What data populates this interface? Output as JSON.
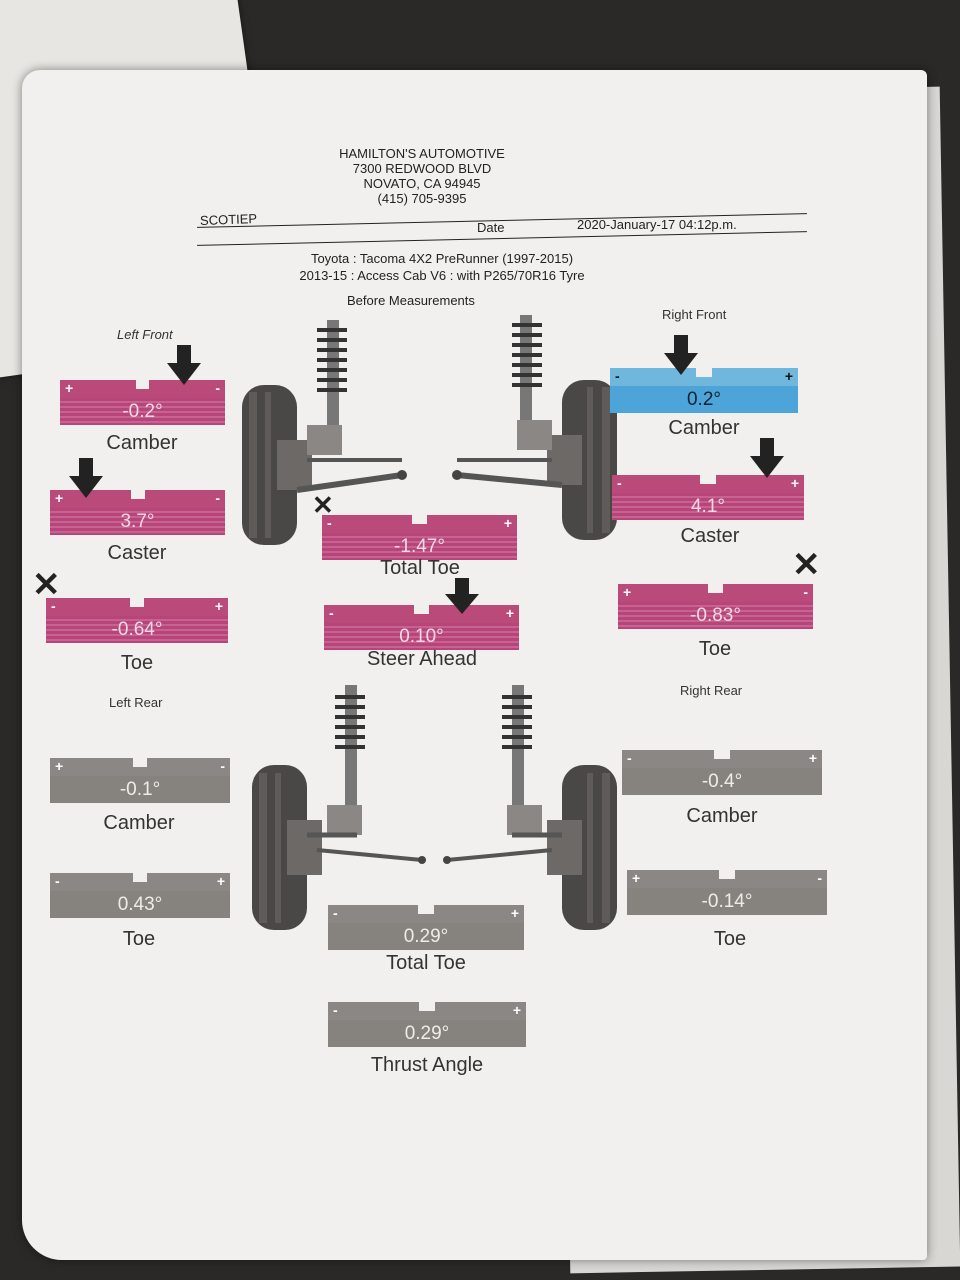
{
  "shop": {
    "name": "HAMILTON'S AUTOMOTIVE",
    "address": "7300 REDWOOD BLVD",
    "city": "NOVATO, CA 94945",
    "phone": "(415) 705-9395"
  },
  "customer": "SCOTIEP",
  "date_label": "Date",
  "date_value": "2020-January-17 04:12p.m.",
  "vehicle": {
    "line1": "Toyota : Tacoma 4X2 PreRunner (1997-2015)",
    "line2": "2013-15 : Access Cab V6 : with P265/70R16 Tyre"
  },
  "heading": "Before Measurements",
  "sections": {
    "left_front": "Left Front",
    "right_front": "Right Front",
    "left_rear": "Left Rear",
    "right_rear": "Right Rear"
  },
  "colors": {
    "out_of_spec": "#b94a7a",
    "in_spec": "#4ca4d8",
    "no_spec": "#86837f"
  },
  "front": {
    "lf_camber": {
      "value": "-0.2°",
      "label": "Camber",
      "left_sign": "+",
      "right_sign": "-"
    },
    "lf_caster": {
      "value": "3.7°",
      "label": "Caster",
      "left_sign": "+",
      "right_sign": "-"
    },
    "lf_toe": {
      "value": "-0.64°",
      "label": "Toe",
      "left_sign": "-",
      "right_sign": "+"
    },
    "rf_camber": {
      "value": "0.2°",
      "label": "Camber",
      "left_sign": "-",
      "right_sign": "+"
    },
    "rf_caster": {
      "value": "4.1°",
      "label": "Caster",
      "left_sign": "-",
      "right_sign": "+"
    },
    "rf_toe": {
      "value": "-0.83°",
      "label": "Toe",
      "left_sign": "+",
      "right_sign": "-"
    },
    "total_toe": {
      "value": "-1.47°",
      "label": "Total Toe",
      "left_sign": "-",
      "right_sign": "+"
    },
    "steer_ahead": {
      "value": "0.10°",
      "label": "Steer Ahead",
      "left_sign": "-",
      "right_sign": "+"
    }
  },
  "rear": {
    "lr_camber": {
      "value": "-0.1°",
      "label": "Camber",
      "left_sign": "+",
      "right_sign": "-"
    },
    "lr_toe": {
      "value": "0.43°",
      "label": "Toe",
      "left_sign": "-",
      "right_sign": "+"
    },
    "rr_camber": {
      "value": "-0.4°",
      "label": "Camber",
      "left_sign": "-",
      "right_sign": "+"
    },
    "rr_toe": {
      "value": "-0.14°",
      "label": "Toe",
      "left_sign": "+",
      "right_sign": "-"
    },
    "total_toe": {
      "value": "0.29°",
      "label": "Total Toe",
      "left_sign": "-",
      "right_sign": "+"
    },
    "thrust_angle": {
      "value": "0.29°",
      "label": "Thrust Angle",
      "left_sign": "-",
      "right_sign": "+"
    }
  },
  "icons": {
    "pointer": "down-arrow-icon",
    "out_of_range": "x-mark-icon",
    "suspension": "strut-suspension-illustration"
  }
}
